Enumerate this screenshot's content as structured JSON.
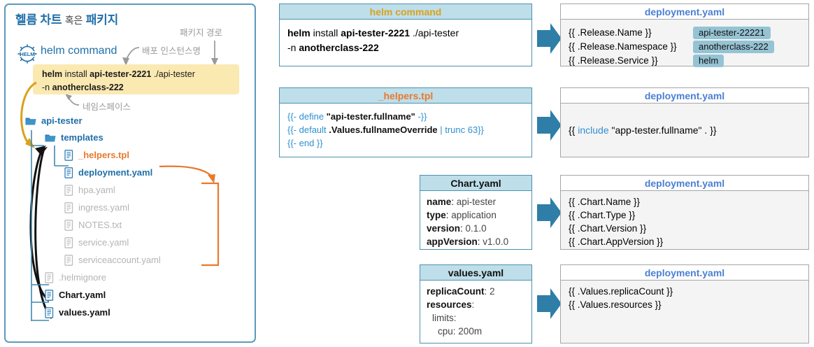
{
  "left_panel": {
    "title_strong1": "헬름 차트",
    "title_thin": "혹은",
    "title_strong2": "패키지",
    "helm_logo_text": "HELM",
    "helm_label": "helm command",
    "command_line1_plain1": "helm",
    "command_line1_plain2": " install ",
    "command_line1_bold1": "api-tester-2221",
    "command_line1_plain3": " ./api-tester",
    "command_line2_plain1": "-n ",
    "command_line2_bold1": "anotherclass-222",
    "annotations": {
      "package_path": "패키지 경로",
      "release_name": "배포 인스턴스명",
      "namespace": "네임스페이스"
    },
    "tree": [
      {
        "label": "api-tester",
        "type": "folder",
        "style": "blue-bold",
        "indent": 0
      },
      {
        "label": "templates",
        "type": "folder",
        "style": "blue-bold",
        "indent": 1
      },
      {
        "label": "_helpers.tpl",
        "type": "file",
        "style": "orange-bold",
        "indent": 2
      },
      {
        "label": "deployment.yaml",
        "type": "file",
        "style": "blue-bold",
        "indent": 2
      },
      {
        "label": "hpa.yaml",
        "type": "file",
        "style": "dim",
        "indent": 2
      },
      {
        "label": "ingress.yaml",
        "type": "file",
        "style": "dim",
        "indent": 2
      },
      {
        "label": "NOTES.txt",
        "type": "file",
        "style": "dim",
        "indent": 2
      },
      {
        "label": "service.yaml",
        "type": "file",
        "style": "dim",
        "indent": 2
      },
      {
        "label": "serviceaccount.yaml",
        "type": "file",
        "style": "dim",
        "indent": 2
      },
      {
        "label": ".helmignore",
        "type": "file",
        "style": "dim",
        "indent": 1
      },
      {
        "label": "Chart.yaml",
        "type": "file",
        "style": "black-bold",
        "indent": 1
      },
      {
        "label": "values.yaml",
        "type": "file",
        "style": "black-bold",
        "indent": 1
      }
    ]
  },
  "rows": {
    "row1": {
      "source": {
        "header": "helm command",
        "line1_p1": "helm",
        "line1_p2": " install ",
        "line1_b1": "api-tester-2221",
        "line1_p3": " ./api-tester",
        "line2_p1": "-n ",
        "line2_b1": "anotherclass-222"
      },
      "result": {
        "header": "deployment.yaml",
        "lines": [
          {
            "text": "{{ .Release.Name }}",
            "badge": "api-tester-22221"
          },
          {
            "text": "{{ .Release.Namespace }}",
            "badge": "anotherclass-222"
          },
          {
            "text": "{{ .Release.Service }}",
            "badge": "helm"
          }
        ]
      }
    },
    "row2": {
      "source": {
        "header": "_helpers.tpl",
        "lines": [
          {
            "kw1": "{{- define ",
            "str": "\"api-tester.fullname\"",
            "kw2": " -}}"
          },
          {
            "kw1": "{{- default ",
            "str": ".Values.fullnameOverride",
            "kw2": " | trunc 63}}"
          },
          {
            "kw1": "{{- end }}",
            "str": "",
            "kw2": ""
          }
        ]
      },
      "result": {
        "header": "deployment.yaml",
        "pre": "{{ ",
        "kw": "include ",
        "str": "\"app-tester.fullname\"",
        "post": " . }}"
      }
    },
    "row3": {
      "source": {
        "header": "Chart.yaml",
        "entries": [
          {
            "key": "name",
            "value": "api-tester"
          },
          {
            "key": "type",
            "value": "application"
          },
          {
            "key": "version",
            "value": "0.1.0"
          },
          {
            "key": "appVersion",
            "value": "v1.0.0"
          }
        ]
      },
      "result": {
        "header": "deployment.yaml",
        "lines": [
          "{{ .Chart.Name }}",
          "{{ .Chart.Type }}",
          "{{ .Chart.Version }}",
          "{{ .Chart.AppVersion }}"
        ]
      }
    },
    "row4": {
      "source": {
        "header": "values.yaml",
        "entries": [
          {
            "key": "replicaCount",
            "value": "2",
            "indent": 0,
            "bold": true
          },
          {
            "key": "resources",
            "value": "",
            "indent": 0,
            "bold": true
          },
          {
            "key": "limits",
            "value": "",
            "indent": 1,
            "bold": false
          },
          {
            "key": "cpu",
            "value": "200m",
            "indent": 2,
            "bold": false
          }
        ]
      },
      "result": {
        "header": "deployment.yaml",
        "lines": [
          "{{ .Values.replicaCount }}",
          "{{ .Values.resources }}"
        ]
      }
    }
  },
  "colors": {
    "panel_border": "#5b9bbd",
    "header_blue": "#bedeea",
    "accent_blue": "#1f6fa8",
    "orange": "#e8792b",
    "gold": "#d9a21b",
    "badge_blue": "#95c3d4",
    "arrow_blue": "#2e7ea8",
    "yellow_box": "#fbe9b2",
    "dim_grey": "#b4b4b4"
  }
}
